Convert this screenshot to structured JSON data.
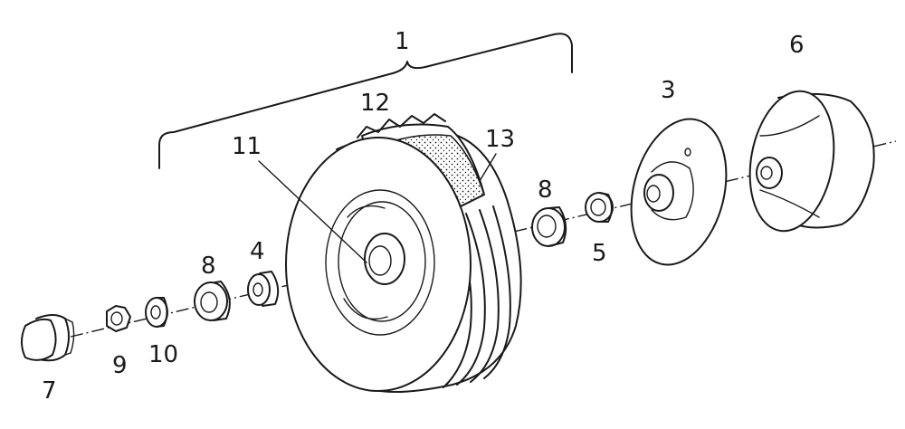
{
  "labels": {
    "l1": "1",
    "l3": "3",
    "l4": "4",
    "l5": "5",
    "l6": "6",
    "l7": "7",
    "l8a": "8",
    "l8b": "8",
    "l9": "9",
    "l10": "10",
    "l11": "11",
    "l12": "12",
    "l13": "13"
  },
  "colors": {
    "line": "#1a1a1a",
    "background": "#ffffff"
  }
}
